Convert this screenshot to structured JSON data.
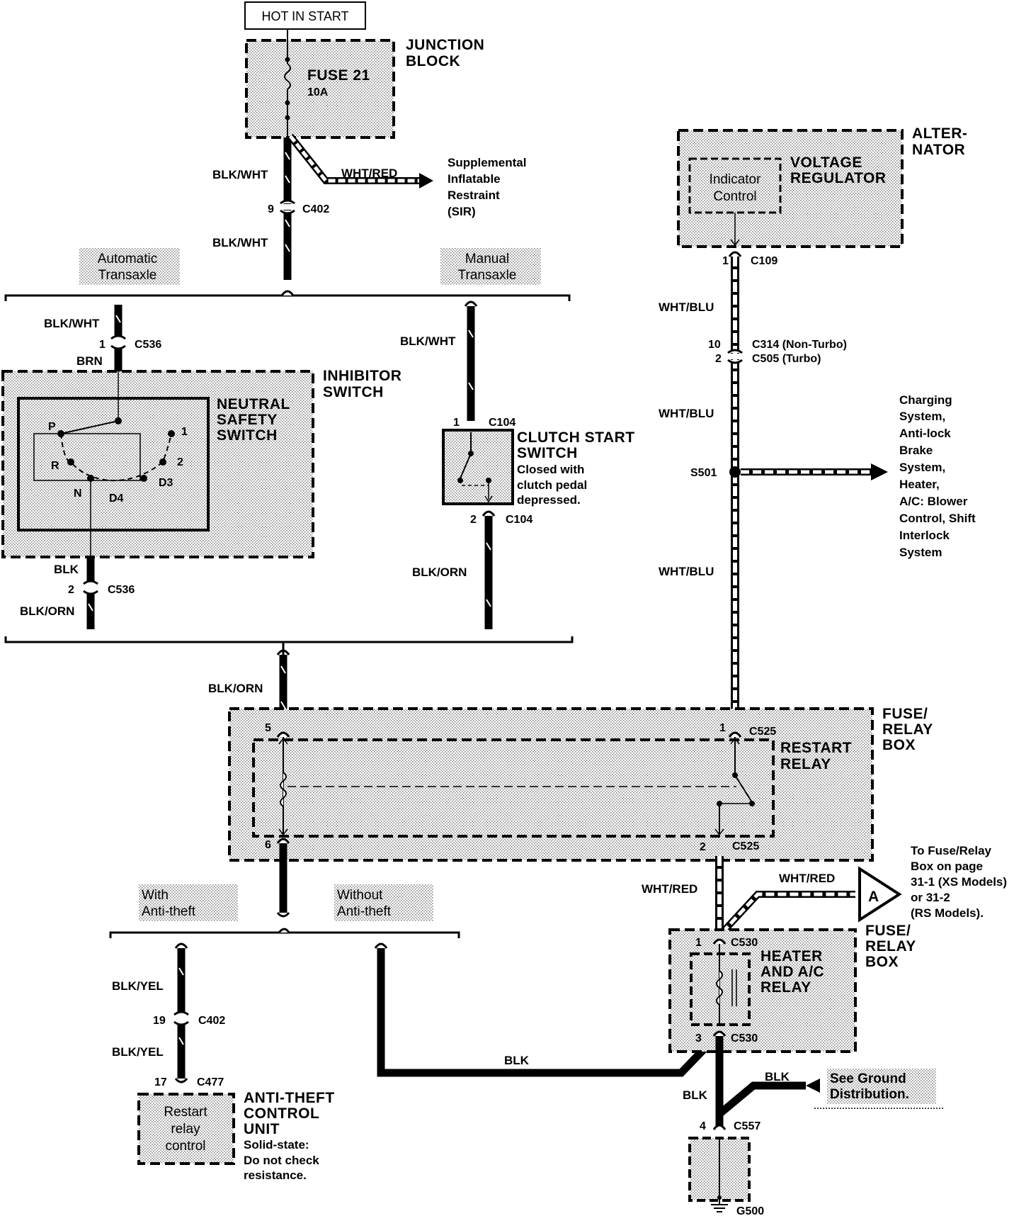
{
  "hot_in_start": "HOT IN START",
  "junction_block": {
    "line1": "JUNCTION",
    "line2": "BLOCK",
    "fuse": "FUSE 21",
    "rating": "10A"
  },
  "wires": {
    "blk_wht": "BLK/WHT",
    "wht_red": "WHT/RED",
    "blk_orn": "BLK/ORN",
    "brn": "BRN",
    "blk": "BLK",
    "blk_yel": "BLK/YEL",
    "wht_blu": "WHT/BLU"
  },
  "sir": [
    "Supplemental",
    "Inflatable",
    "Restraint",
    "(SIR)"
  ],
  "connectors": {
    "c402": "C402",
    "c536": "C536",
    "c104": "C104",
    "c109": "C109",
    "c314": "C314 (Non-Turbo)",
    "c505": "C505 (Turbo)",
    "s501": "S501",
    "c525": "C525",
    "c530": "C530",
    "c557": "C557",
    "c477": "C477",
    "g500": "G500"
  },
  "pins": {
    "p9": "9",
    "p1": "1",
    "p2": "2",
    "p10": "10",
    "p5": "5",
    "p6": "6",
    "p3": "3",
    "p4": "4",
    "p19": "19",
    "p17": "17"
  },
  "variants": {
    "automatic": [
      "Automatic",
      "Transaxle"
    ],
    "manual": [
      "Manual",
      "Transaxle"
    ],
    "with_at": [
      "With",
      "Anti-theft"
    ],
    "without_at": [
      "Without",
      "Anti-theft"
    ]
  },
  "inhibitor": {
    "line1": "INHIBITOR",
    "line2": "SWITCH",
    "nss": [
      "NEUTRAL",
      "SAFETY",
      "SWITCH"
    ],
    "positions": [
      "P",
      "R",
      "N",
      "D4",
      "D3",
      "2",
      "1"
    ]
  },
  "clutch": {
    "title": [
      "CLUTCH START",
      "SWITCH"
    ],
    "note": [
      "Closed with",
      "clutch pedal",
      "depressed."
    ]
  },
  "alternator": {
    "title": [
      "ALTER-",
      "NATOR"
    ],
    "regulator": [
      "VOLTAGE",
      "REGULATOR"
    ],
    "indicator": [
      "Indicator",
      "Control"
    ]
  },
  "charging": [
    "Charging",
    "System,",
    "Anti-lock",
    "Brake",
    "System,",
    "Heater,",
    "A/C: Blower",
    "Control, Shift",
    "Interlock",
    "System"
  ],
  "fuse_relay_box": [
    "FUSE/",
    "RELAY",
    "BOX"
  ],
  "restart_relay": [
    "RESTART",
    "RELAY"
  ],
  "heater_relay": [
    "HEATER",
    "AND A/C",
    "RELAY"
  ],
  "to_fuse_relay": [
    "To Fuse/Relay",
    "Box on page",
    "31-1 (XS Models)",
    "or 31-2",
    "(RS Models)."
  ],
  "offpage": "A",
  "see_ground": [
    "See Ground",
    "Distribution."
  ],
  "anti_theft": {
    "title": [
      "ANTI-THEFT",
      "CONTROL",
      "UNIT"
    ],
    "note": [
      "Solid-state:",
      "Do not check",
      "resistance."
    ],
    "inner": [
      "Restart",
      "relay",
      "control"
    ]
  }
}
